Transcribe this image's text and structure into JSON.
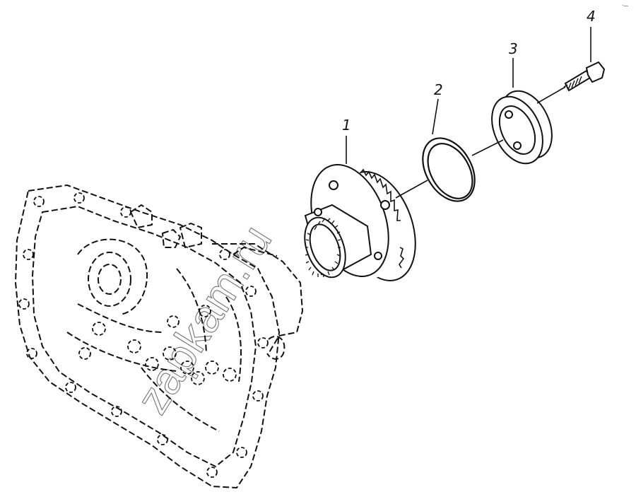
{
  "callouts": [
    "1",
    "2",
    "3",
    "4"
  ],
  "watermark": "zapkam.ru",
  "corner_mark": "·—"
}
